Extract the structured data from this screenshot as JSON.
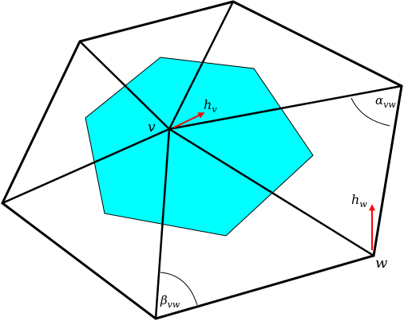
{
  "diagram": {
    "colors": {
      "cell_fill": "#00ffff",
      "cell_stroke": "#000000",
      "edge": "#000000",
      "vector": "#ff0000",
      "background": "#ffffff"
    },
    "labels": {
      "v": {
        "main": "v"
      },
      "w": {
        "main": "w"
      },
      "h_v": {
        "main": "h",
        "sub": "v"
      },
      "h_w": {
        "main": "h",
        "sub": "w"
      },
      "alpha": {
        "main": "α",
        "sub": "vw"
      },
      "beta": {
        "main": "β",
        "sub": "vw"
      }
    }
  }
}
